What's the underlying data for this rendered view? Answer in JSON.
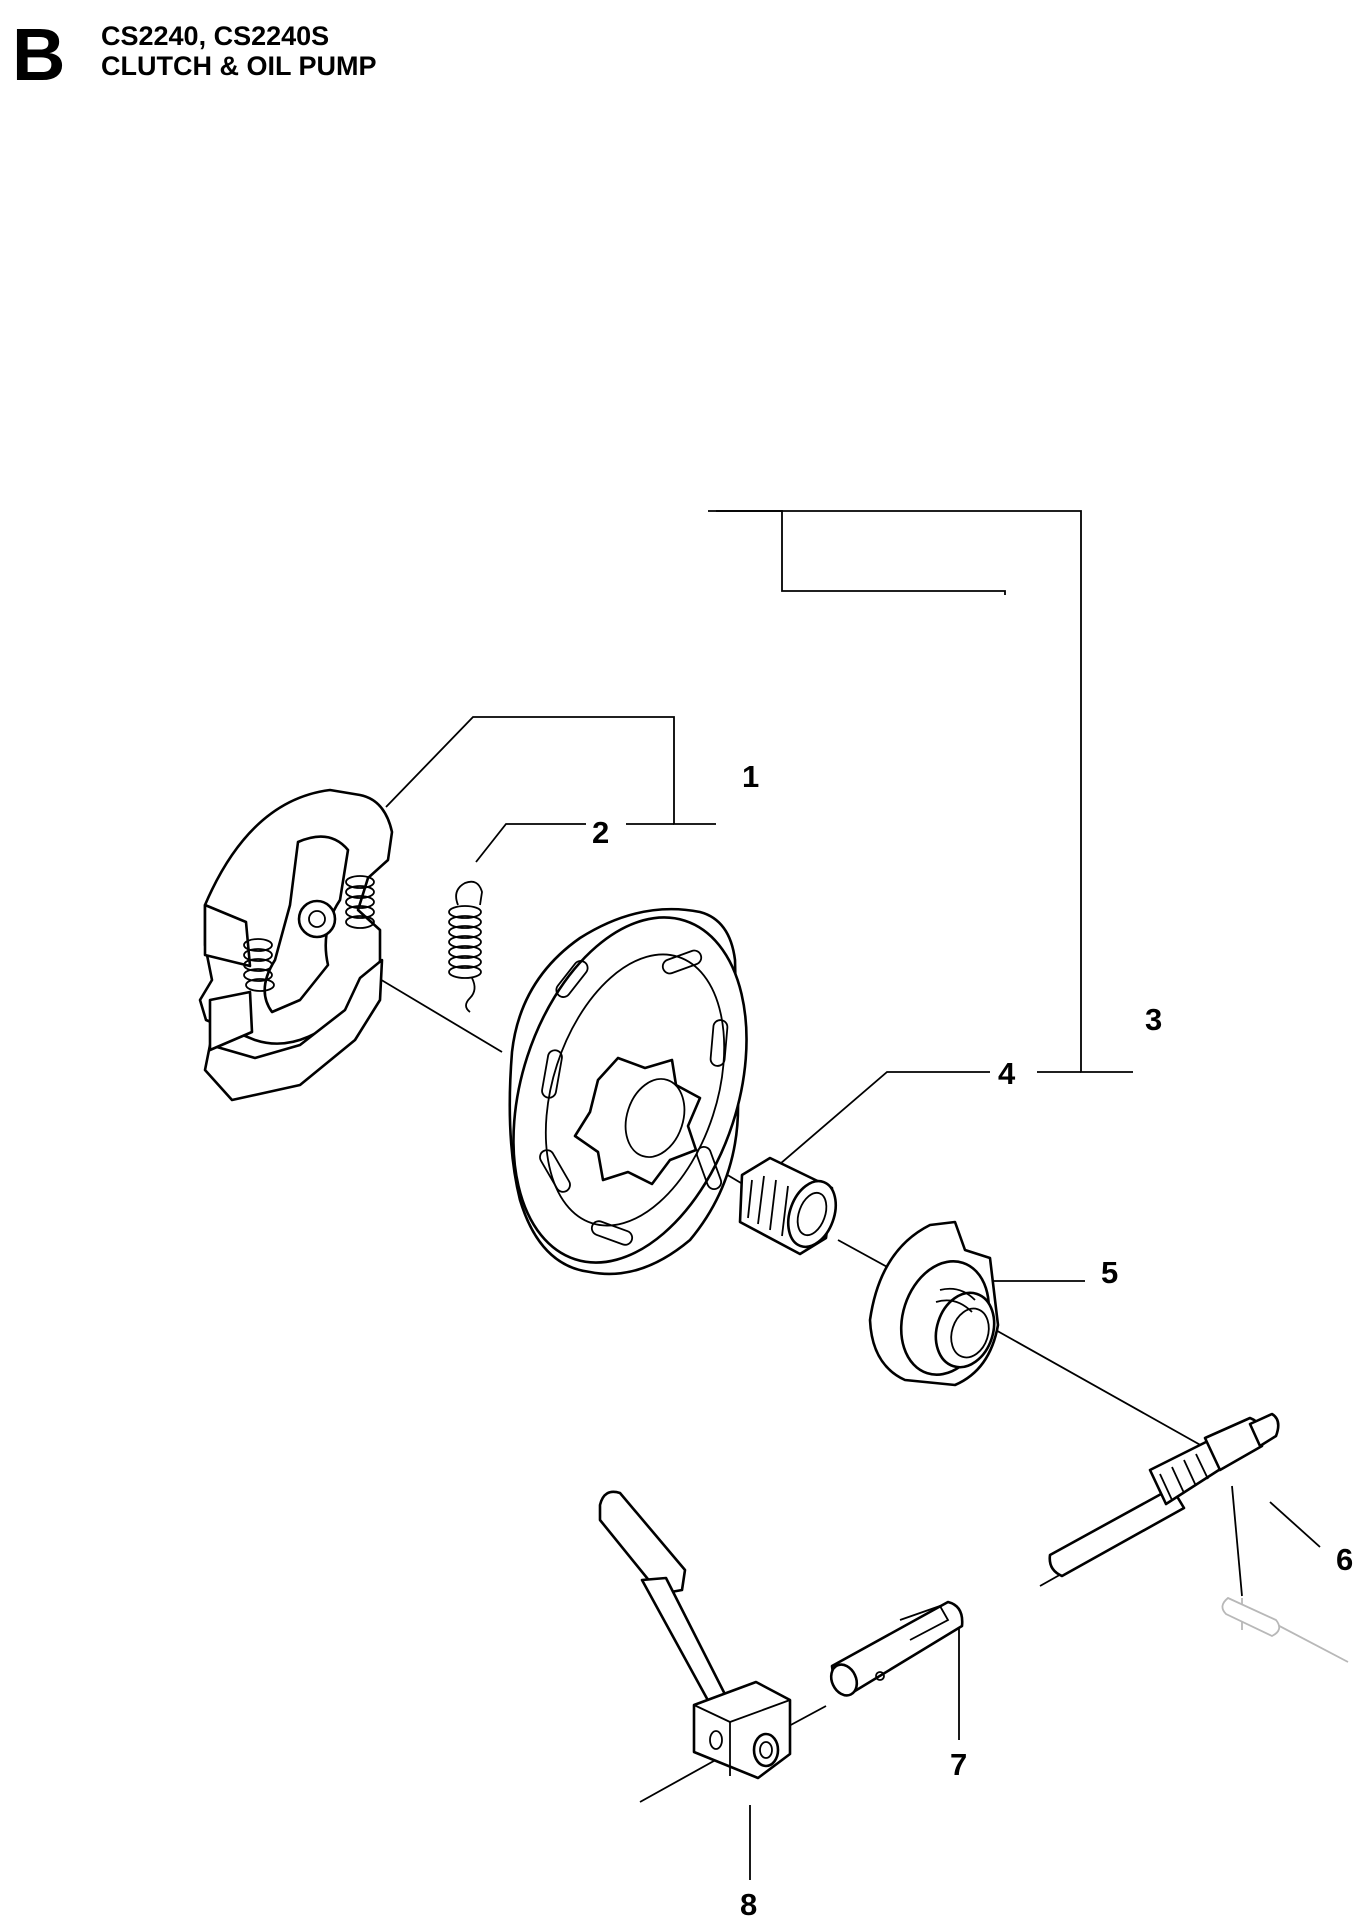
{
  "header": {
    "section_letter": "B",
    "models": "CS2240, CS2240S",
    "title": "CLUTCH & OIL PUMP"
  },
  "callouts": [
    "1",
    "2",
    "3",
    "4",
    "5",
    "6",
    "7",
    "8"
  ]
}
